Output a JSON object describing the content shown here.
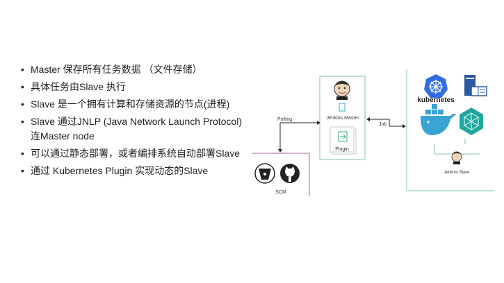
{
  "bullets": [
    "Master 保存所有任务数据 （文件存储）",
    "具体任务由Slave 执行",
    "Slave 是一个拥有计算和存储资源的节点(进程)",
    "Slave 通过JNLP (Java Network Launch Protocol) 连Master node",
    "可以通过静态部署，或者编排系统自动部署Slave",
    "通过 Kubernetes Plugin 实现动态的Slave"
  ],
  "diagram": {
    "polling_label": "Polling",
    "job_label": "Job",
    "master_label": "Jenkins Master",
    "plugin_label": "Plugin",
    "scm_label": "SCM",
    "kubernetes_label": "kubernetes",
    "slave_label": "Jenkins Slave"
  },
  "colors": {
    "teal_border": "#7fbfbf",
    "purple_border": "#a05aa8",
    "k8s_blue": "#326ce5",
    "docker_blue": "#3aa3d6",
    "green_plugin": "#5ab596"
  }
}
